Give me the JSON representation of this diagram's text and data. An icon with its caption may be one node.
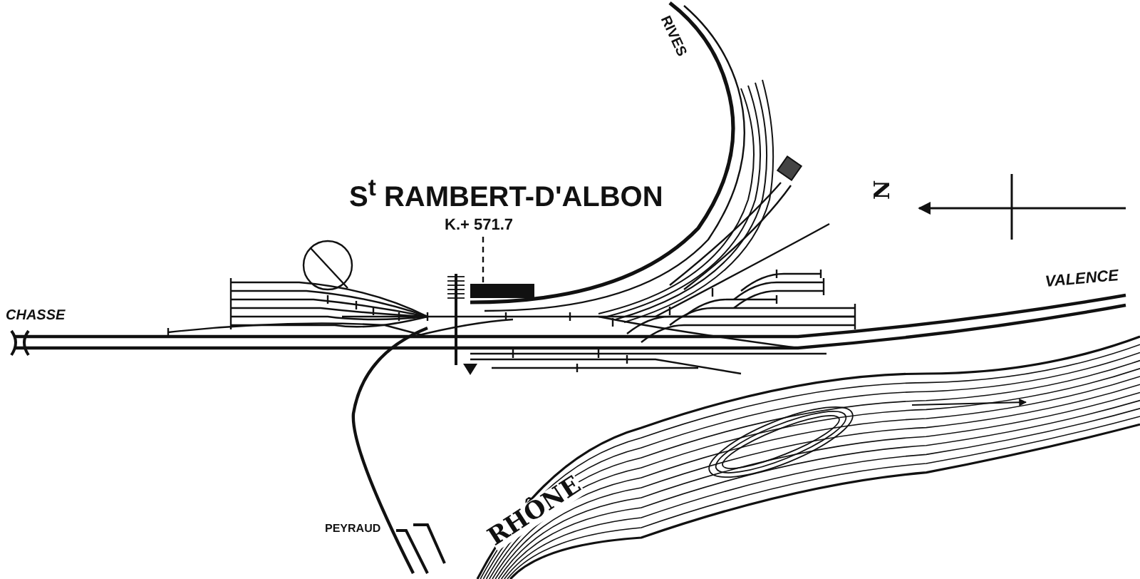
{
  "diagram": {
    "title": "S$^{t}$ RAMBERT-D'ALBON",
    "nodes": [
      {
        "text": [
          "K.+ 571.7"
        ]
      },
      {
        "text": [],
        "shape": "bar"
      }
    ],
    "edges": [
      {
        "from": 0,
        "to": 1,
        "arrow": "none",
        "style": "dashed"
      }
    ],
    "labels": [
      "RIVES",
      "N",
      "VALENCE",
      "CHASSE",
      "PEYRAUD",
      "RHÔNE"
    ]
  }
}
